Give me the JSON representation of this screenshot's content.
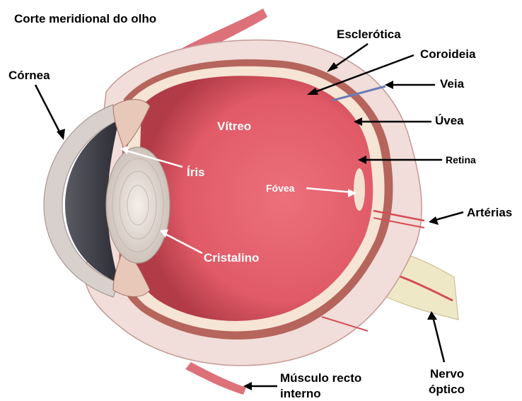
{
  "title": "Corte meridional do olho",
  "labels": {
    "esclerotica": "Esclerótica",
    "coroideia": "Coroideia",
    "veia": "Veia",
    "cornea": "Córnea",
    "uvea": "Úvea",
    "vitreo": "Vítreo",
    "retina": "Retina",
    "iris": "Íris",
    "fovea": "Fóvea",
    "arterias": "Artérias",
    "cristalino": "Cristalino",
    "nervo_line1": "Nervo",
    "nervo_line2": "óptico",
    "musculo_line1": "Músculo recto",
    "musculo_line2": "interno"
  },
  "colors": {
    "vitreous": "#e5626e",
    "vitreous_dark": "#c7434f",
    "sclera": "#f1ddd9",
    "sclera_edge": "#c49a96",
    "choroid": "#b5655c",
    "retina": "#f6e4d4",
    "nerve": "#efe8c6",
    "lens": "#e9e2dc",
    "iris": "#3f3f48",
    "cornea": "#d8d0cc",
    "vessel": "#d44d55",
    "vein": "#6a7bb8",
    "arrow": "#000000"
  }
}
